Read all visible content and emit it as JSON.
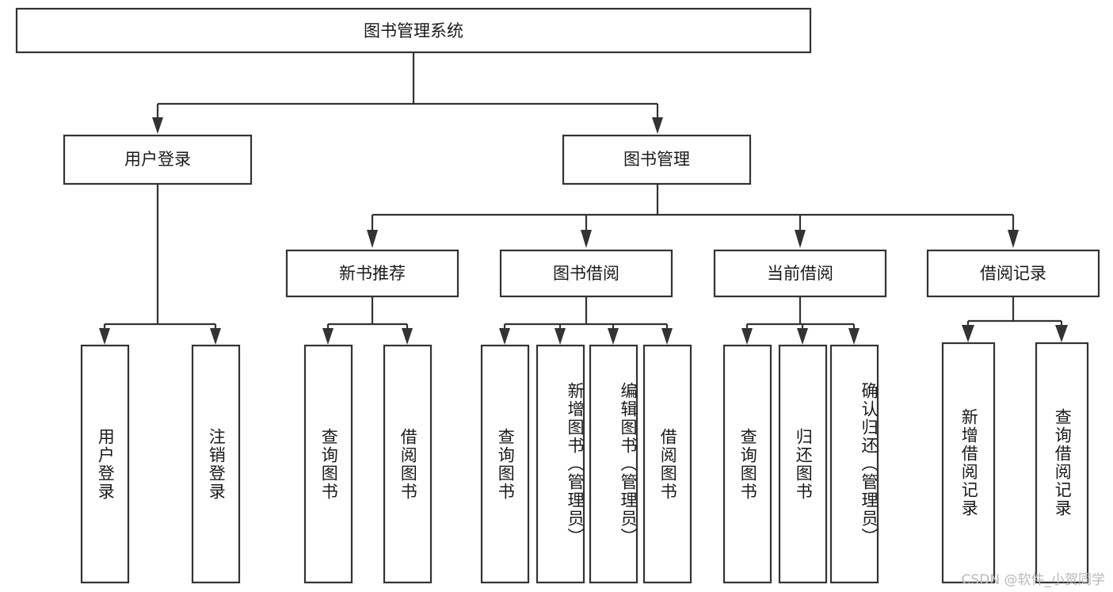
{
  "diagram": {
    "title": "图书管理系统",
    "type": "tree-hierarchy-chart",
    "root": {
      "id": "root",
      "label": "图书管理系统"
    },
    "level2": [
      {
        "id": "user-login",
        "label": "用户登录"
      },
      {
        "id": "book-management",
        "label": "图书管理"
      }
    ],
    "level3": [
      {
        "id": "new-book-recommend",
        "label": "新书推荐",
        "parent": "book-management"
      },
      {
        "id": "book-borrow",
        "label": "图书借阅",
        "parent": "book-management"
      },
      {
        "id": "current-borrow",
        "label": "当前借阅",
        "parent": "book-management"
      },
      {
        "id": "borrow-record",
        "label": "借阅记录",
        "parent": "book-management"
      }
    ],
    "leaves": [
      {
        "id": "leaf-user-login",
        "label": "用户登录",
        "parent": "user-login"
      },
      {
        "id": "leaf-logout-login",
        "label": "注销登录",
        "parent": "user-login"
      },
      {
        "id": "leaf-query-book-1",
        "label": "查询图书",
        "parent": "new-book-recommend"
      },
      {
        "id": "leaf-borrow-book-1",
        "label": "借阅图书",
        "parent": "new-book-recommend"
      },
      {
        "id": "leaf-query-book-2",
        "label": "查询图书",
        "parent": "book-borrow"
      },
      {
        "id": "leaf-add-book",
        "label": "新增图书（管理员）",
        "parent": "book-borrow"
      },
      {
        "id": "leaf-edit-book",
        "label": "编辑图书（管理员）",
        "parent": "book-borrow"
      },
      {
        "id": "leaf-borrow-book-2",
        "label": "借阅图书",
        "parent": "book-borrow"
      },
      {
        "id": "leaf-query-book-3",
        "label": "查询图书",
        "parent": "current-borrow"
      },
      {
        "id": "leaf-return-book",
        "label": "归还图书",
        "parent": "current-borrow"
      },
      {
        "id": "leaf-confirm-return",
        "label": "确认归还（管理员）",
        "parent": "current-borrow"
      },
      {
        "id": "leaf-add-record",
        "label": "新增借阅记录",
        "parent": "borrow-record"
      },
      {
        "id": "leaf-query-record",
        "label": "查询借阅记录",
        "parent": "borrow-record"
      }
    ]
  },
  "watermark": {
    "text": "CSDN @软件_小贺同学"
  },
  "colors": {
    "stroke": "#333333",
    "box_fill": "#ffffff",
    "text": "#1a1a1a",
    "watermark": "#b9b9b9",
    "background": "#ffffff"
  }
}
